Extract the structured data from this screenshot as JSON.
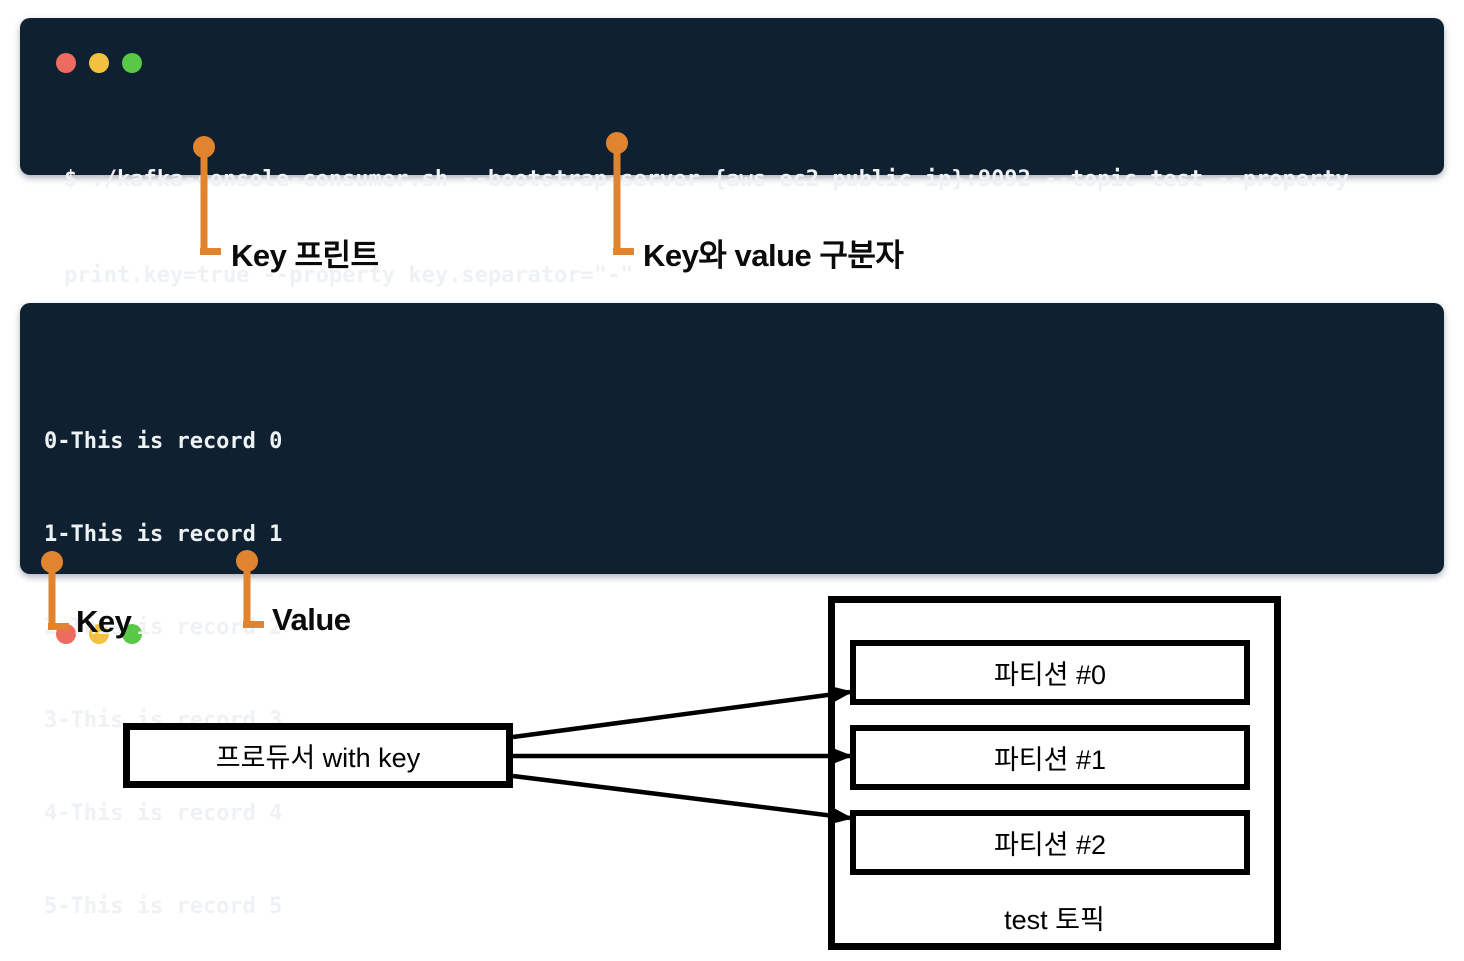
{
  "terminal1": {
    "window_controls": {
      "close": "close",
      "minimize": "minimize",
      "maximize": "maximize"
    },
    "command_line1": "$ ./kafka-console-consumer.sh --bootstrap-server {aws ec2 public ip}:9092 --topic test --property",
    "command_line2": "print.key=true --property key.separator=\"-\""
  },
  "annotations": {
    "key_print_label": "Key 프린트",
    "separator_label": "Key와 value 구분자",
    "key_label": "Key",
    "value_label": "Value"
  },
  "terminal2": {
    "output_lines": [
      "0-This is record 0",
      "1-This is record 1",
      "2-This is record 2",
      "3-This is record 3",
      "4-This is record 4",
      "5-This is record 5"
    ]
  },
  "diagram": {
    "producer_label": "프로듀서 with key",
    "partitions": [
      "파티션 #0",
      "파티션 #1",
      "파티션 #2"
    ],
    "topic_label": "test 토픽"
  },
  "colors": {
    "terminal_bg": "#0f2130",
    "terminal_text": "#eef2f4",
    "orange": "#e0842f",
    "light_red": "#ee6c5f",
    "light_yellow": "#f3c13d",
    "light_green": "#58c846",
    "diagram_border": "#000000"
  }
}
